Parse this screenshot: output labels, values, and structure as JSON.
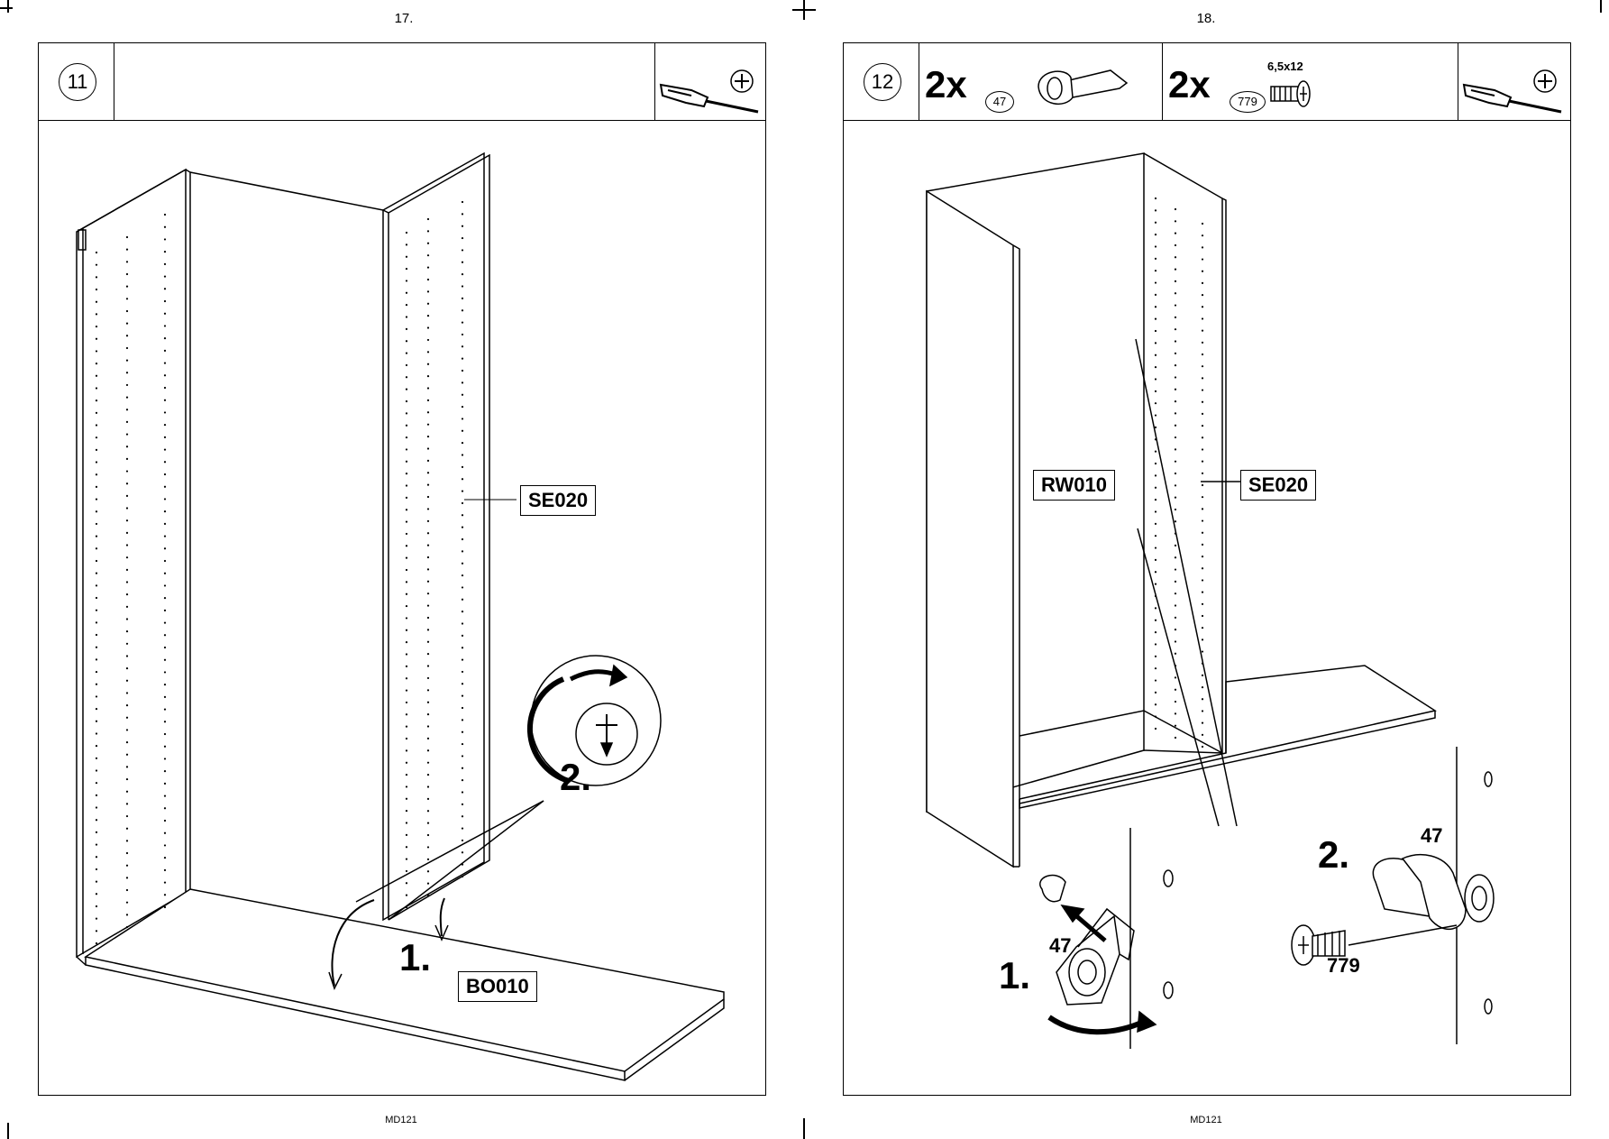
{
  "pages": [
    {
      "page_number": "17.",
      "footer": "MD121",
      "step": "11",
      "labels": {
        "side_panel": "SE020",
        "bottom_panel": "BO010"
      },
      "callouts": {
        "step1": "1.",
        "step2": "2."
      },
      "tools": [
        "screwdriver-icon",
        "phillips-head-icon"
      ]
    },
    {
      "page_number": "18.",
      "footer": "MD121",
      "step": "12",
      "parts": [
        {
          "qty": "2x",
          "part_no": "47"
        },
        {
          "qty": "2x",
          "part_no": "779",
          "size": "6,5x12"
        }
      ],
      "labels": {
        "back_panel": "RW010",
        "side_panel": "SE020"
      },
      "callouts": {
        "step1": "1.",
        "step2": "2.",
        "part_a": "47",
        "part_b": "47",
        "screw": "779"
      },
      "tools": [
        "screwdriver-icon",
        "phillips-head-icon"
      ]
    }
  ]
}
